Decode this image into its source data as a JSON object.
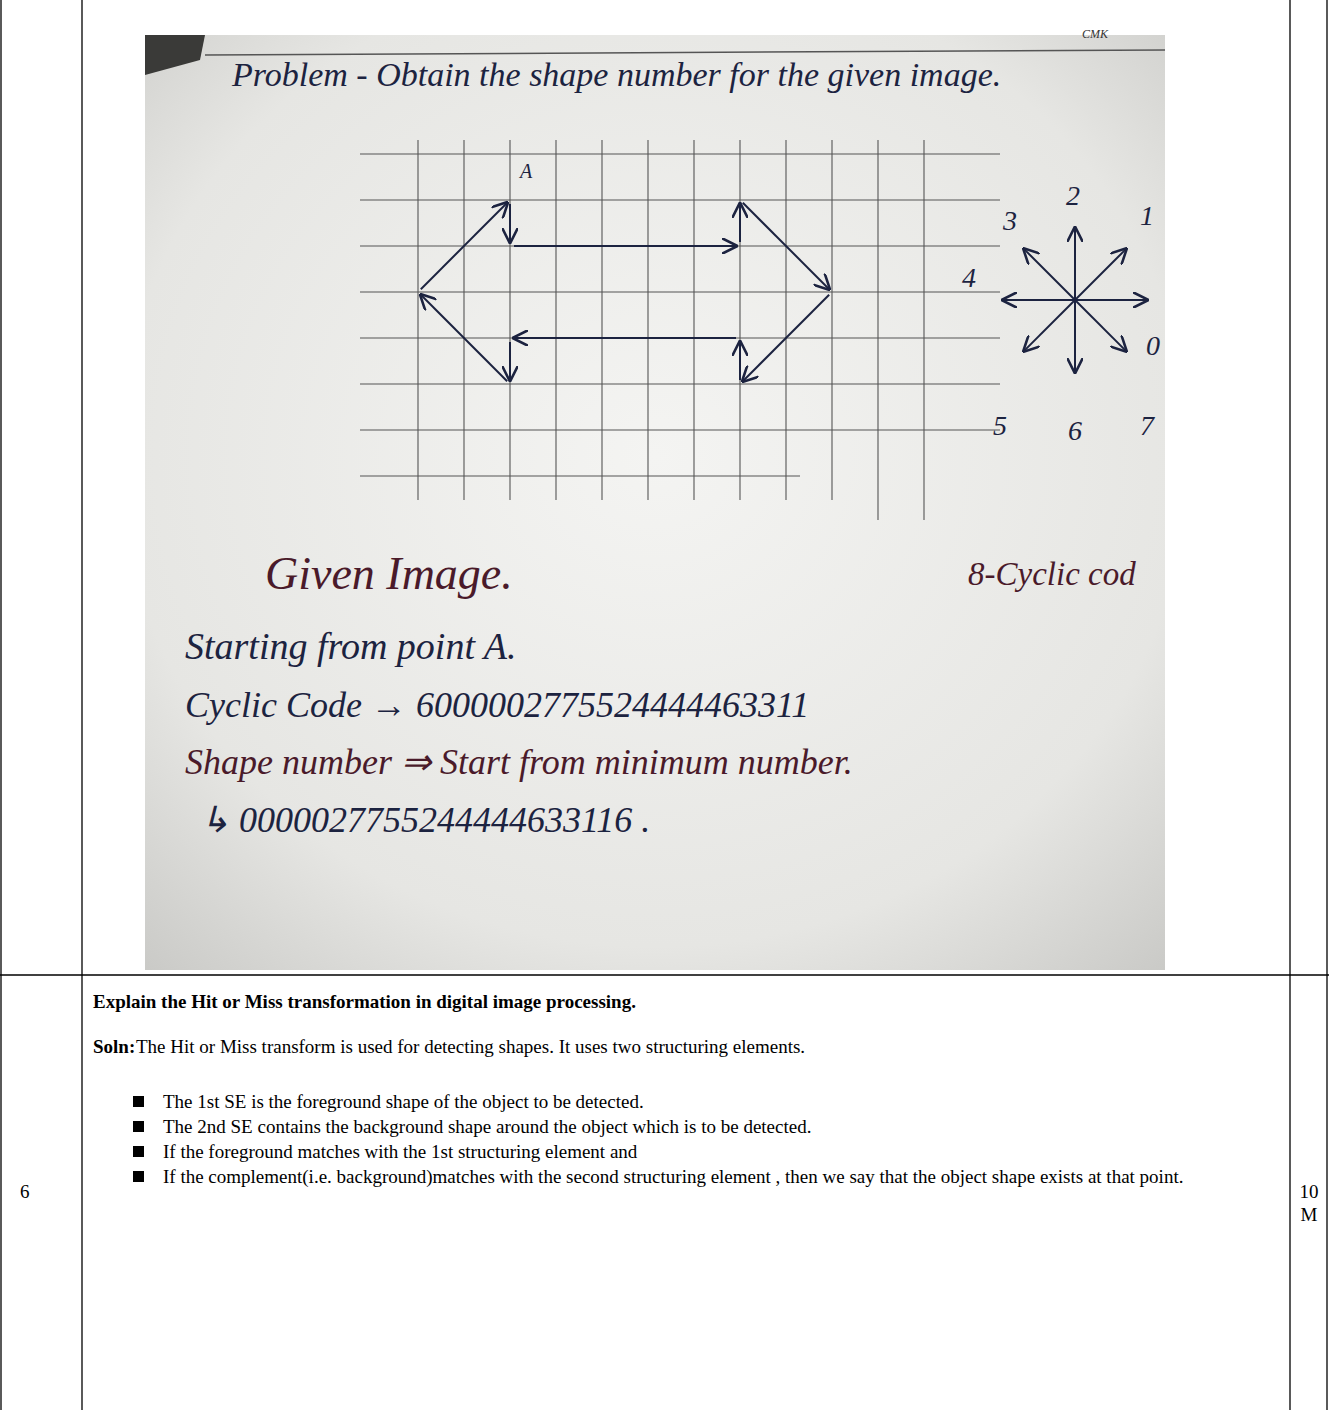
{
  "diagram": {
    "labels": [
      "CMK",
      "Problem - Obtain the shape number for the given image.",
      "A",
      "3",
      "2",
      "1",
      "4",
      "0",
      "5",
      "6",
      "7",
      "Given Image.",
      "8-Cyclic cod",
      "Starting from point A.",
      "Cyclic Code → 6000002775524444463311",
      "Shape number ⇒ Start from minimum number.",
      "↳ 0000027755244444633116 .",
      "6",
      "Explain the Hit or Miss transformation in digital image processing.",
      "Soln:",
      "The Hit or Miss transform is used for detecting shapes. It uses two structuring elements.",
      "The 1st SE is the foreground shape of the object to be detected.",
      "The 2nd SE contains the background shape around the object which is to be detected.",
      "If the foreground matches with the 1st structuring element and",
      "If the complement(i.e. background)matches with the second structuring element , then we say that the object shape exists at that point.",
      "10 M"
    ]
  }
}
